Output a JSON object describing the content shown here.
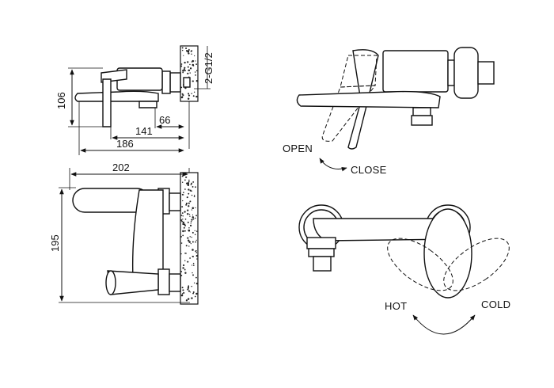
{
  "dimensions": {
    "height_106": "106",
    "thread": "2-G1/2",
    "dim_66": "66",
    "dim_141": "141",
    "dim_186": "186",
    "dim_202": "202",
    "dim_195": "195"
  },
  "labels": {
    "open": "OPEN",
    "close": "CLOSE",
    "hot": "HOT",
    "cold": "COLD"
  }
}
